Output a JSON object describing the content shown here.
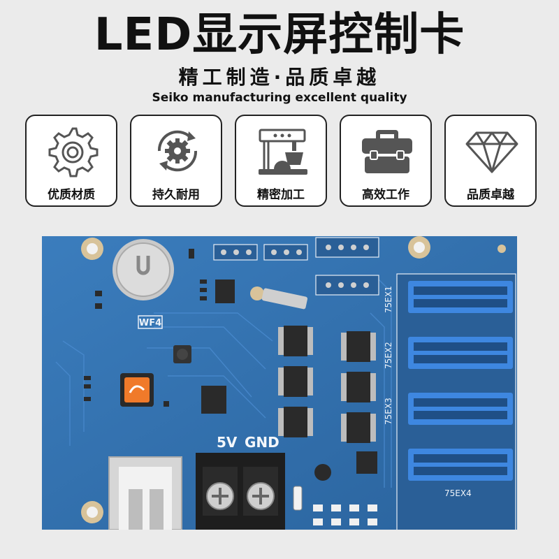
{
  "header": {
    "title": "LED显示屏控制卡",
    "subtitle": "精工制造·品质卓越",
    "subtitle_en": "Seiko manufacturing excellent quality"
  },
  "features": [
    {
      "label": "优质材质",
      "icon": "gear-icon"
    },
    {
      "label": "持久耐用",
      "icon": "gear-cycle-icon"
    },
    {
      "label": "精密加工",
      "icon": "machine-icon"
    },
    {
      "label": "高效工作",
      "icon": "toolbox-icon"
    },
    {
      "label": "品质卓越",
      "icon": "diamond-icon"
    }
  ],
  "board": {
    "model_label": "WF4",
    "terminal_5v": "5V",
    "terminal_gnd": "GND",
    "port_bottom_label": "75EX4",
    "ports_side": [
      "75EX1",
      "75EX2",
      "75EX3"
    ],
    "colors": {
      "pcb": "#2b6aa6",
      "pcb_dark": "#1f5487",
      "header_pins": "#3e87e0",
      "chip": "#2a2a2a",
      "logo_chip": "#f07a2a"
    }
  }
}
